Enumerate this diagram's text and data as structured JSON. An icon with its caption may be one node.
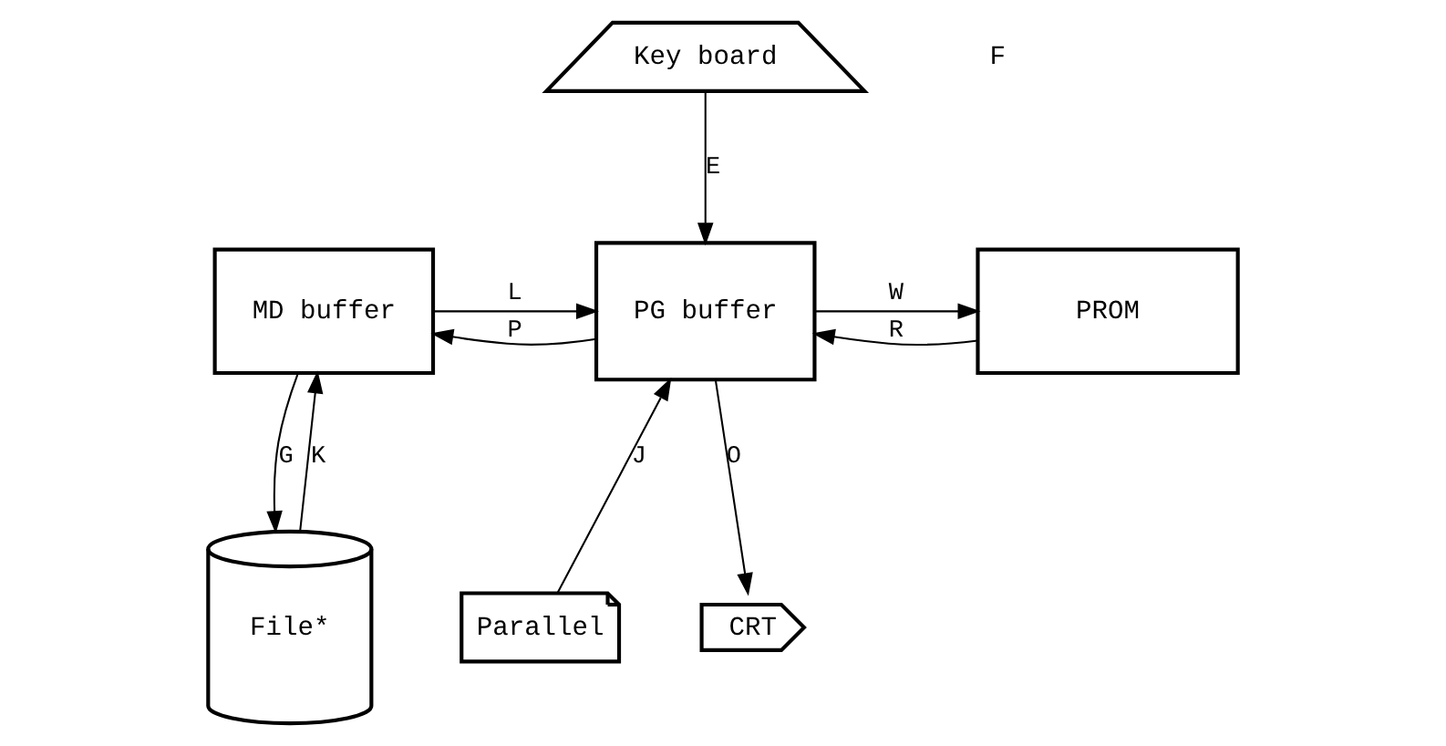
{
  "diagram": {
    "nodes": [
      {
        "text": [
          "Key board"
        ]
      },
      {
        "text": [
          "MD buffer"
        ]
      },
      {
        "text": [
          "PG buffer"
        ]
      },
      {
        "text": [
          "PROM"
        ]
      },
      {
        "text": [
          "File*"
        ]
      },
      {
        "text": [
          "Parallel"
        ]
      },
      {
        "text": [
          "CRT"
        ]
      }
    ],
    "edges": [
      {
        "from": 0,
        "to": 2,
        "arrow": "to",
        "label": "E"
      },
      {
        "from": 1,
        "to": 2,
        "arrow": "to",
        "label": "L"
      },
      {
        "from": 2,
        "to": 1,
        "arrow": "to",
        "label": "P"
      },
      {
        "from": 2,
        "to": 3,
        "arrow": "to",
        "label": "W"
      },
      {
        "from": 3,
        "to": 2,
        "arrow": "to",
        "label": "R"
      },
      {
        "from": 1,
        "to": 4,
        "arrow": "to",
        "label": "G"
      },
      {
        "from": 4,
        "to": 1,
        "arrow": "to",
        "label": "K"
      },
      {
        "from": 5,
        "to": 2,
        "arrow": "to",
        "label": "J"
      },
      {
        "from": 2,
        "to": 6,
        "arrow": "to",
        "label": "O"
      }
    ],
    "labels": [
      "F"
    ]
  }
}
